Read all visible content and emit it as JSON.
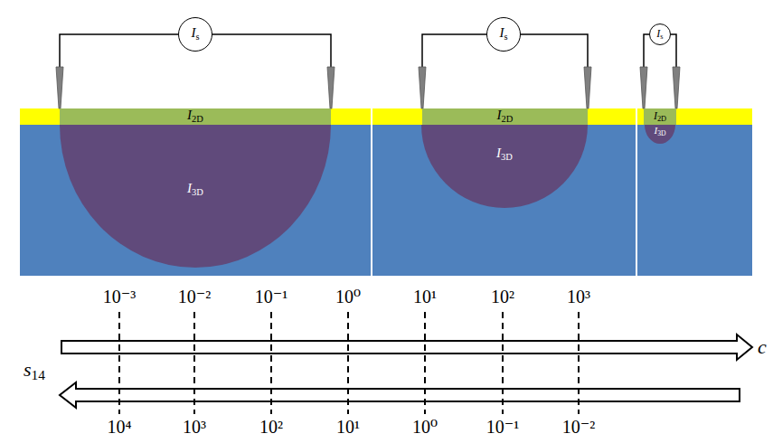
{
  "diagram": {
    "nodes": [
      {
        "text": [
          "Is"
        ]
      },
      {
        "text": [
          "I2D"
        ]
      },
      {
        "text": [
          "I3D"
        ]
      },
      {
        "text": [
          "Is"
        ]
      },
      {
        "text": [
          "I2D"
        ]
      },
      {
        "text": [
          "I3D"
        ]
      },
      {
        "text": [
          "Is"
        ]
      },
      {
        "text": [
          "I2D"
        ]
      },
      {
        "text": [
          "I3D"
        ]
      }
    ],
    "labels": [
      "10⁻³",
      "10⁻²",
      "10⁻¹",
      "10⁰",
      "10¹",
      "10²",
      "10³",
      "c",
      "s14",
      "10⁴",
      "10³",
      "10²",
      "10¹",
      "10⁰",
      "10⁻¹",
      "10⁻²"
    ]
  }
}
